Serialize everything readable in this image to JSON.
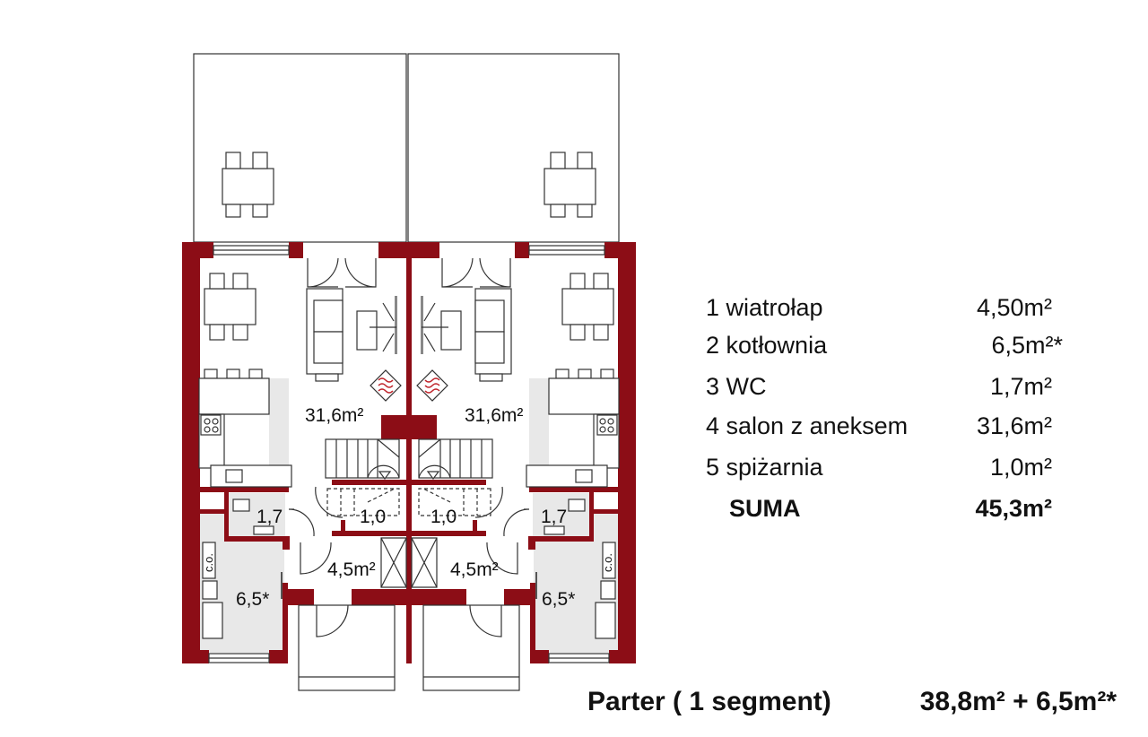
{
  "plan": {
    "rooms": {
      "living_area": "31,6m²",
      "wc_area": "1,7",
      "pantry_area": "1,0",
      "vestibule_area": "4,5m²",
      "boiler_area": "6,5*",
      "boiler_label": "c.o."
    }
  },
  "legend": {
    "items": [
      {
        "label": "1 wiatrołap",
        "value": "4,50m²"
      },
      {
        "label": "2 kotłownia",
        "value": "6,5m²*"
      },
      {
        "label": "3 WC",
        "value": "1,7m²"
      },
      {
        "label": "4 salon z aneksem",
        "value": "31,6m²"
      },
      {
        "label": "5 spiżarnia",
        "value": "1,0m²"
      }
    ],
    "total_label": "SUMA",
    "total_value": "45,3m²"
  },
  "footer": {
    "title": "Parter ( 1 segment)",
    "area": "38,8m² + 6,5m²*"
  },
  "colors": {
    "wall": "#8c0d16",
    "heater": "#c0262d"
  }
}
